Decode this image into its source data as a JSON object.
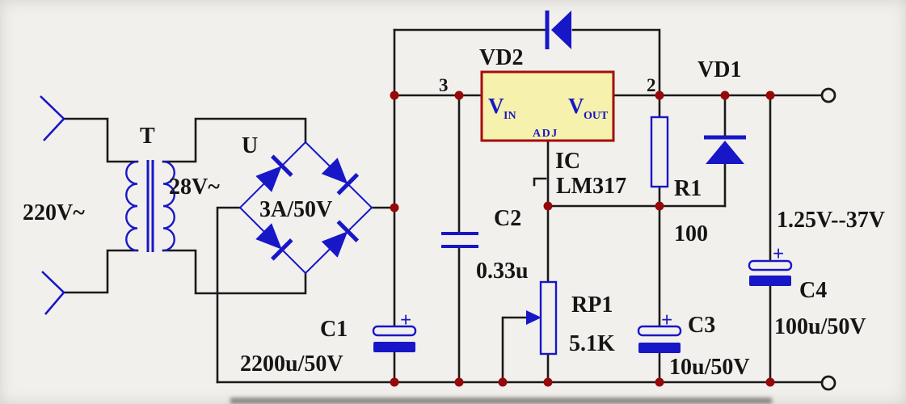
{
  "title": "LM317 adjustable regulated power supply schematic",
  "colors": {
    "background": "#f2f0ec",
    "wire": "#1a1a1a",
    "component": "#1717c8",
    "junction": "#970808",
    "ic_fill": "#f6f1ac",
    "ic_border": "#a50d0d",
    "text": "#151515"
  },
  "labels": {
    "input_voltage": "220V~",
    "transformer": "T",
    "secondary_voltage": "28V~",
    "bridge_name": "U",
    "bridge_rating": "3A/50V",
    "c1_name": "C1",
    "c1_value": "2200u/50V",
    "c2_name": "C2",
    "c2_value": "0.33u",
    "c3_name": "C3",
    "c3_value": "10u/50V",
    "c4_name": "C4",
    "c4_value": "100u/50V",
    "r1_name": "R1",
    "r1_value": "100",
    "rp1_name": "RP1",
    "rp1_value": "5.1K",
    "vd1_name": "VD1",
    "vd2_name": "VD2",
    "ic_designator": "IC",
    "ic_part": "LM317",
    "pin_input_number": "3",
    "pin_output_number": "2",
    "vin_main": "V",
    "vin_sub": "IN",
    "vout_main": "V",
    "vout_sub": "OUT",
    "adj_pin": "ADJ",
    "polarity_plus": "+",
    "output_range": "1.25V--37V"
  }
}
